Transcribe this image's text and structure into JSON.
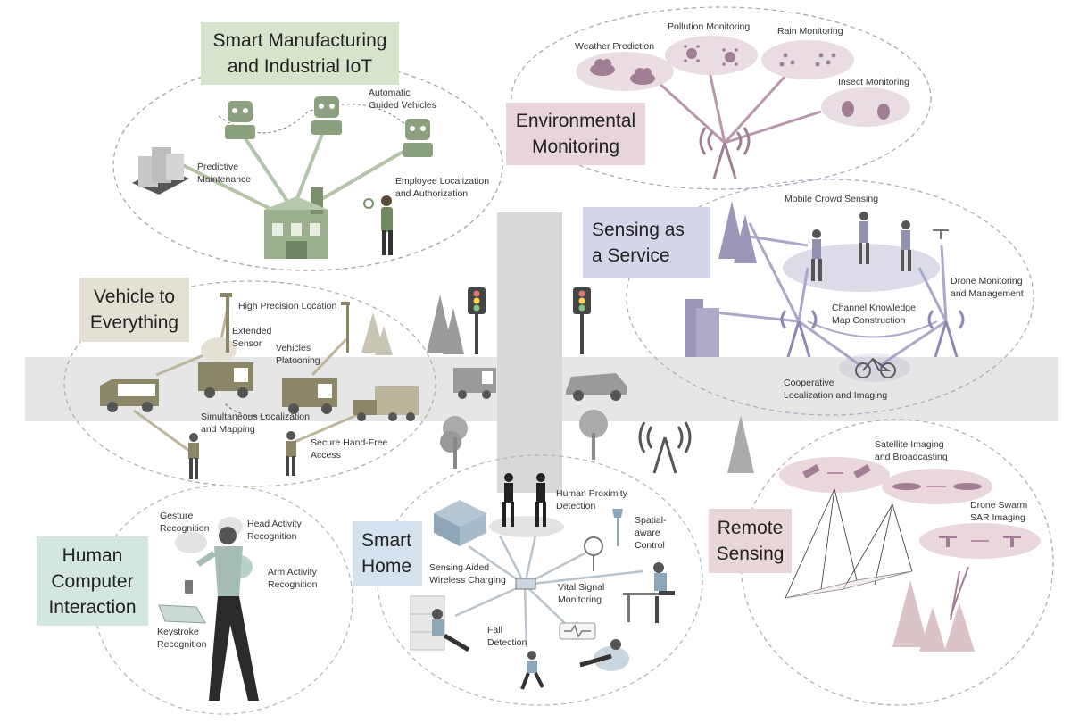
{
  "colors": {
    "manufacturing": "#d6e4cc",
    "environment": "#e8d5da",
    "sensing": "#d5d6e9",
    "vehicle": "#e5e0d4",
    "hci": "#d3e6e0",
    "home": "#d5e1ec",
    "remote": "#e9d6d8",
    "road": "#e6e6e6",
    "green_icon": "#8aa07e",
    "mauve_icon": "#a07e93",
    "purple_icon": "#8e88b2",
    "olive_icon": "#8c8669",
    "gray_icon": "#8c8c8c"
  },
  "domains": {
    "manufacturing": "Smart Manufacturing\nand Industrial IoT",
    "environment": "Environmental\nMonitoring",
    "sensing_service": "Sensing as\na Service",
    "v2x": "Vehicle to\nEverything",
    "hci": "Human\nComputer\nInteraction",
    "smart_home": "Smart\nHome",
    "remote_sensing": "Remote\nSensing"
  },
  "labels": {
    "agv": "Automatic\nGuided Vehicles",
    "predictive": "Predictive\nMaintenance",
    "employee": "Employee Localization\nand Authorization",
    "weather": "Weather Prediction",
    "pollution": "Pollution Monitoring",
    "rain": "Rain Monitoring",
    "insect": "Insect Monitoring",
    "mobile_crowd": "Mobile Crowd Sensing",
    "drone_mgmt": "Drone Monitoring\nand Management",
    "channel_map": "Channel Knowledge\nMap Construction",
    "coop_loc": "Cooperative\nLocalization and Imaging",
    "high_precision": "High Precision Location",
    "ext_sensor": "Extended\nSensor",
    "platooning": "Vehicles\nPlatooning",
    "slam": "Simultaneous Localization\nand Mapping",
    "hand_free": "Secure Hand-Free\nAccess",
    "gesture": "Gesture\nRecognition",
    "head": "Head Activity\nRecognition",
    "arm": "Arm Activity\nRecognition",
    "keystroke": "Keystroke\nRecognition",
    "proximity": "Human Proximity\nDetection",
    "spatial": "Spatial-\naware\nControl",
    "charging": "Sensing Aided\nWireless Charging",
    "vital": "Vital Signal\nMonitoring",
    "fall": "Fall\nDetection",
    "satellite": "Satellite Imaging\nand Broadcasting",
    "drone_sar": "Drone Swarm\nSAR Imaging"
  }
}
